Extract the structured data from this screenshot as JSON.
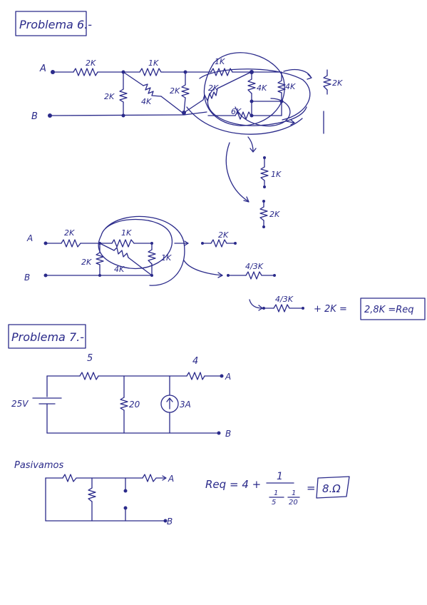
{
  "problem6": {
    "title": "Problema 6.-",
    "node_a": "A",
    "node_b": "B",
    "circuit1": {
      "r_a_series": "2K",
      "r_top_mid": "1K",
      "r_loop_top": "1K",
      "r_shunt_left": "2K",
      "r_diag": "4K",
      "r_shunt_mid": "2K",
      "r_inner": "2K",
      "r_v1": "4K",
      "r_v2": "4K",
      "r_bottom": "6K",
      "r_side": "2K"
    },
    "steps": {
      "s1": "1K",
      "s2": "2K"
    },
    "circuit2": {
      "node_a": "A",
      "node_b": "B",
      "r_series": "2K",
      "r_top": "1K",
      "r_left": "2K",
      "r_diag": "4K",
      "r_right": "1K",
      "eq1": "2K",
      "eq2": "4/3K"
    },
    "final": {
      "left": "4/3K",
      "plus": "+ 2K =",
      "result": "2,8K =Req"
    }
  },
  "problem7": {
    "title": "Problema 7.-",
    "r1": "5",
    "r2": "4",
    "source_v": "25V",
    "r3": "20",
    "source_i": "3A",
    "node_a": "A",
    "node_b": "B",
    "pasivamos": "Pasivamos",
    "node_a2": "A",
    "node_b2": "B",
    "req_label": "Req",
    "req_expr": "= 4 +",
    "num": "1",
    "den1": "1",
    "den2": "1",
    "den_a": "5",
    "den_b": "20",
    "eq": "=",
    "result": "8.Ω"
  }
}
